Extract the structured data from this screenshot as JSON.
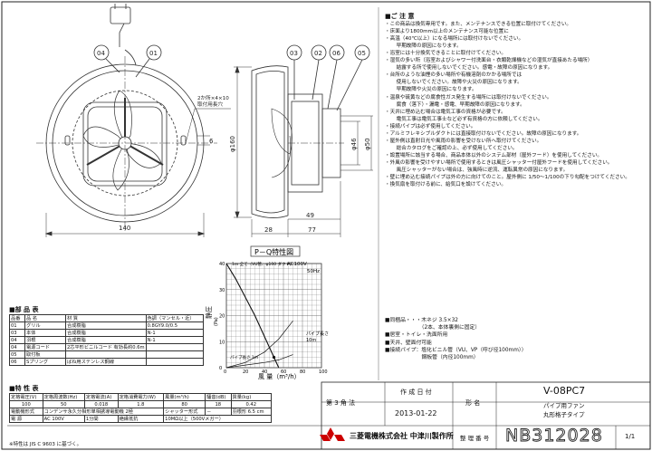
{
  "dims": {
    "d04": "04",
    "d01": "01",
    "d03": "03",
    "d02": "02",
    "d06": "06",
    "d05": "05",
    "hole_note_1": "2か所×4×10",
    "hole_note_2": "取付用長穴",
    "width_140": "140",
    "dia_160": "φ160",
    "six": "6",
    "depth_49": "49",
    "d28": "28",
    "d77": "77",
    "dia_46": "φ46",
    "dia_50": "φ50"
  },
  "pq": {
    "title": "P－Q特性図",
    "top_label": "1m 全て（VU管、φ100 ダクト）",
    "ac": "AC100V",
    "freq": "50Hz",
    "ylabel": "静圧",
    "yunit": "(Pa)",
    "xlabel": "風 量（m³/h）",
    "pipe_label_1": "パイプ長さ",
    "pipe_label_2": "10m",
    "pipe_label_3": "パイプ長さ 1m",
    "chart_data": {
      "type": "line",
      "title": "P－Q特性図",
      "xlabel": "風 量（m³/h）",
      "ylabel": "静圧 (Pa)",
      "x_ticks": [
        "0",
        "20",
        "40",
        "60",
        "80",
        "100"
      ],
      "y_ticks": [
        "0",
        "10",
        "20",
        "30",
        "40"
      ],
      "xlim": [
        0,
        100
      ],
      "ylim": [
        0,
        40
      ],
      "grid": true,
      "series": [
        {
          "name": "50Hz",
          "x": [
            0,
            10,
            20,
            30,
            40,
            50,
            55
          ],
          "y": [
            40,
            34,
            27,
            20,
            12,
            4,
            0
          ]
        },
        {
          "name": "",
          "x": [
            0,
            20,
            40,
            55,
            70
          ],
          "y": [
            0,
            2,
            6,
            11,
            18
          ]
        },
        {
          "name": "",
          "x": [
            0,
            20,
            40,
            55,
            70
          ],
          "y": [
            0,
            1,
            2,
            3,
            5
          ]
        }
      ]
    }
  },
  "parts": {
    "title": "部 品 表",
    "headers": [
      "品番",
      "品 名",
      "材 質",
      "色調（マンセル・近）"
    ],
    "rows": [
      [
        "01",
        "グリル",
        "合成樹脂",
        "0.8GY9.0/0.5"
      ],
      [
        "03",
        "本体",
        "合成樹脂",
        "N-1"
      ],
      [
        "04",
        "羽根",
        "合成樹脂",
        "N-1"
      ],
      [
        "04",
        "電源コード",
        "2芯平形ビニルコード 有効長約0.6m",
        ""
      ],
      [
        "05",
        "取付板",
        "",
        ""
      ],
      [
        "06",
        "Sプリング",
        "ばね用ステンレス鋼線",
        ""
      ]
    ]
  },
  "perf": {
    "title": "特 性 表",
    "headers": [
      "定格電圧(V)",
      "定格周波数(Hz)",
      "定格電流(A)",
      "定格消費電力(W)",
      "風量(m³/h)",
      "騒音(dB)",
      "質量(kg)"
    ],
    "values": [
      "100",
      "50",
      "0.018",
      "1.8",
      "80",
      "18",
      "0.42"
    ],
    "motor_label": "電動機形式",
    "motor_value": "コンデンサ永久分相形単相誘導電動機 2極",
    "shutter_label": "シャッター形式",
    "shutter_value": "－",
    "blade_label": "羽根形",
    "blade_value": "6.5 cm",
    "power_label": "電 源",
    "power_value": "AC 100V",
    "time_value": "1分間",
    "ins_label": "絶縁抵抗",
    "ins_value": "10MΩ以上（500Vメガー）",
    "std": "※特性は JIS C 9603 に基づく。"
  },
  "notes": {
    "title": "■ご 注 意",
    "lines": [
      "・この商品は換気専用です。また、メンテナンスできる位置に取付けてください。",
      "・床面より1800mm以上のメンテナンス可能な位置に",
      "・高温（40℃以上）になる場所には取付けないでください。",
      "　早期故障の原因になります。",
      "・浴室には十分換気できることに取付けてください。",
      "・湿気の多い所（浴室およびシャワー付洗面台・衣類乾燥機などの湿気が直接あたる場所）",
      "　結露する所で使用しないでください。感電・故障の原因になります。",
      "・台所のような油煙の多い場所や有機溶剤のかかる場所では",
      "　使用しないでください。故障や火災の原因になります。",
      "　早期故障や火災の原因になります。",
      "・温泉や硫黄などの腐食性ガス発生する場所には取付けないでください。",
      "　腐食（落下）・漏電・感電、早期故障の原因になります。",
      "・天井に埋め込む場合は電気工事の資格が必要です。",
      "　電気工事は電気工事士など必ず有資格の方に依頼してください。",
      "・接続パイプは必ず使用してください。",
      "・アルミフレキシブルダクトには直接取付けないでください。故障の原因になります。",
      "・屋外側は直射日光や風雨の影響を受けない所へ取付けてください。",
      "　総合カタログをご確認の上、必ず使用してください。",
      "・設置場所に該当する場合、商品本体以外のシステム部材（屋外フード）を使用してください。",
      "・外風の影響を受けやすい場所で使用するときは風圧シャッター付屋外フードを使用してください。",
      "　風圧シャッターがない場合は、強風時に逆流、運転異常の原因になります。",
      "・壁に埋め込む接続パイプは外の方に向けてのこと。屋外側に 1/50～1/100の下り勾配をつけてください。",
      "・換気扇を取付ける前に、給気口を設けてください。"
    ]
  },
  "spec": {
    "screws": "■同梱品・・・木ネジ 3.5×32",
    "screws2": "　　　　　　　（2本、本体裏側に固定）",
    "use": "■居室・トイレ・洗面所用",
    "ceiling": "■天井、壁面付可能",
    "pipe": "■接続パイプ：塩化ビニル管（VU、VP（呼び径100mm））",
    "pipe2": "　　　　　　　鋼板管（内径100mm）"
  },
  "titleblock": {
    "angle": "第 3 角 法",
    "date_label": "作 成 日 付",
    "date": "2013-01-22",
    "model_label": "形 名",
    "model": "V-08PC7",
    "desc1": "パイプ用ファン",
    "desc2": "丸形格子タイプ",
    "company": "三菱電機株式会社 中津川製作所",
    "drawing_label": "整 理 番 号",
    "drawing_no": "NB312028",
    "sheet": "1/1"
  }
}
